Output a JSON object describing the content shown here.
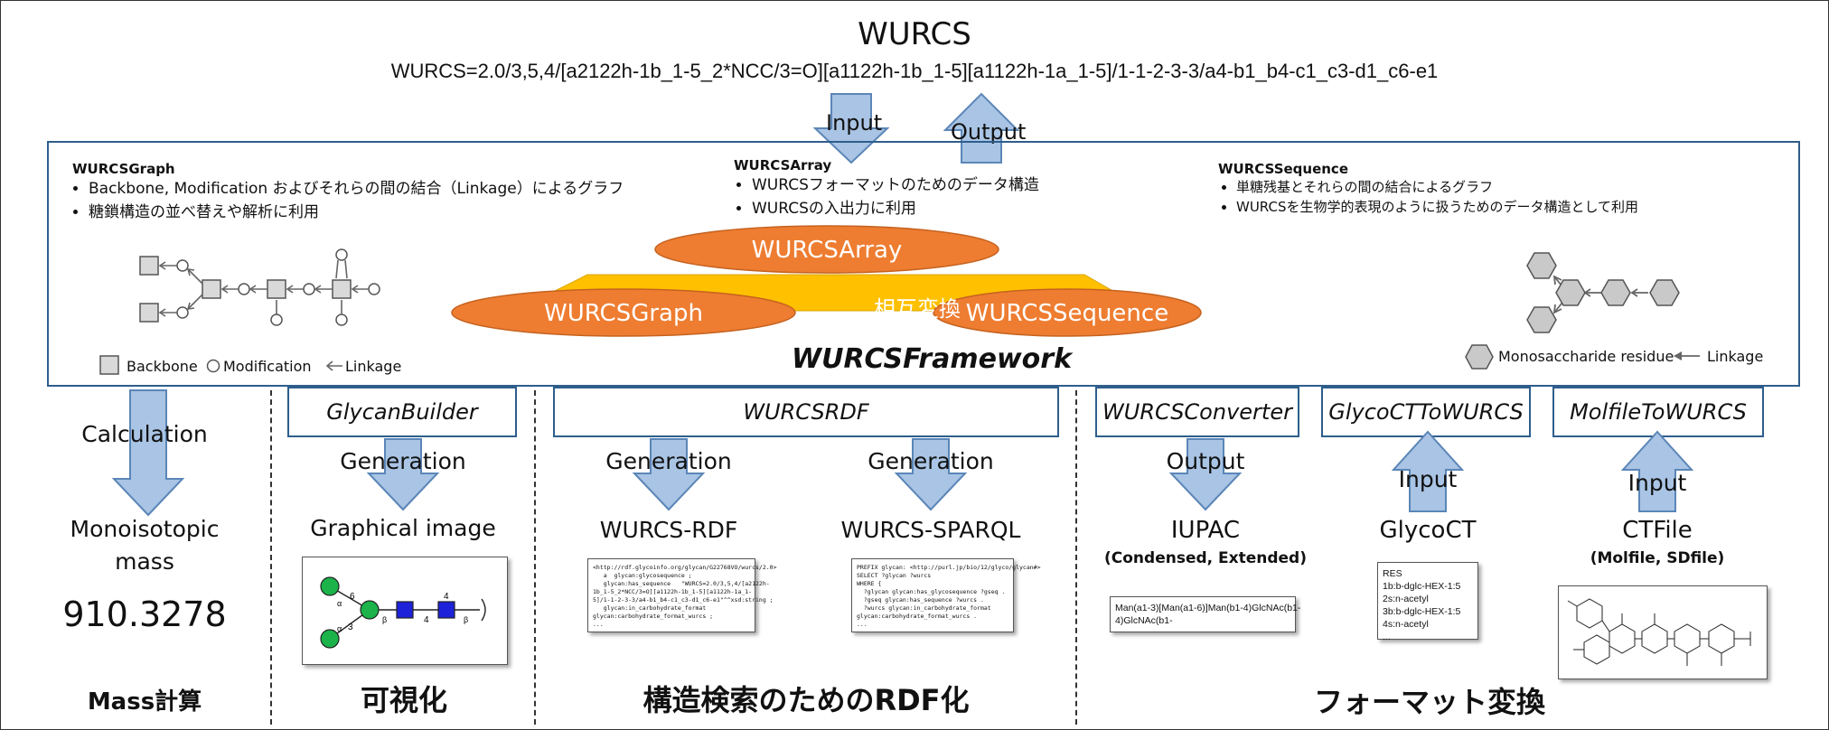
{
  "header": {
    "title": "WURCS",
    "wurcs_string": "WURCS=2.0/3,5,4/[a2122h-1b_1-5_2*NCC/3=O][a1122h-1b_1-5][a1122h-1a_1-5]/1-1-2-3-3/a4-b1_b4-c1_c3-d1_c6-e1"
  },
  "io": {
    "input": "Input",
    "output": "Output"
  },
  "framework": {
    "name": "WURCSFramework",
    "graph": {
      "title": "WURCSGraph",
      "bullets": [
        "Backbone, Modification およびそれらの間の結合（Linkage）によるグラフ",
        "糖鎖構造の並べ替えや解析に利用"
      ],
      "legend": {
        "backbone": "Backbone",
        "modification": "Modification",
        "linkage": "Linkage"
      }
    },
    "array": {
      "title": "WURCSArray",
      "bullets": [
        "WURCSフォーマットのためのデータ構造",
        "WURCSの入出力に利用"
      ]
    },
    "sequence": {
      "title": "WURCSSequence",
      "bullets": [
        "単糖残基とそれらの間の結合によるグラフ",
        "WURCSを生物学的表現のように扱うためのデータ構造として利用"
      ],
      "legend": {
        "residue": "Monosaccharide residue",
        "linkage": "Linkage"
      }
    },
    "ellipses": {
      "array": "WURCSArray",
      "graph": "WURCSGraph",
      "sequence": "WURCSSequence",
      "center": "相互変換"
    }
  },
  "mass": {
    "arrow_label": "Calculation",
    "result_label": "Monoisotopic mass",
    "value": "910.3278",
    "caption": "Mass計算"
  },
  "builder": {
    "tool": "GlycanBuilder",
    "arrow_label": "Generation",
    "result_label": "Graphical image",
    "caption": "可視化",
    "glyph_labels": [
      "α",
      "6",
      "β",
      "4",
      "β",
      "4",
      "α",
      "3"
    ]
  },
  "rdf": {
    "tool": "WURCSRDF",
    "left": {
      "arrow_label": "Generation",
      "result_label": "WURCS-RDF",
      "doc": "<http://rdf.glycoinfo.org/glycan/G22768VO/wurcs/2.0>\n   a  glycan:glycosequence ;\n   glycan:has_sequence   \"WURCS=2.0/3,5,4/[a2122h-\n1b_1-5_2*NCC/3=O][a1122h-1b_1-5][a1122h-1a_1-\n5]/1-1-2-3-3/a4-b1_b4-c1_c3-d1_c6-e1\"^^xsd:string ;\n   glycan:in_carbohydrate_format\nglycan:carbohydrate_format_wurcs ;\n..."
    },
    "right": {
      "arrow_label": "Generation",
      "result_label": "WURCS-SPARQL",
      "doc": "PREFIX glycan: <http://purl.jp/bio/12/glyco/glycan#>\nSELECT ?glycan ?wurcs\nWHERE {\n  ?glycan glycan:has_glycosequence ?gseq .\n  ?gseq glycan:has_sequence ?wurcs .\n  ?wurcs glycan:in_carbohydrate_format\nglycan:carbohydrate_format_wurcs .\n..."
    },
    "caption": "構造検索のためのRDF化"
  },
  "format": {
    "caption": "フォーマット変換",
    "converter": {
      "tool": "WURCSConverter",
      "arrow_label": "Output",
      "result_label": "IUPAC",
      "result_sub": "(Condensed, Extended)",
      "doc": "Man(a1-3)[Man(a1-6)]Man(b1-4)GlcNAc(b1-\n4)GlcNAc(b1-"
    },
    "glycoct": {
      "tool": "GlycoCTToWURCS",
      "arrow_label": "Input",
      "result_label": "GlycoCT",
      "doc": "RES\n1b:b-dglc-HEX-1:5\n2s:n-acetyl\n3b:b-dglc-HEX-1:5\n4s:n-acetyl\n..."
    },
    "molfile": {
      "tool": "MolfileToWURCS",
      "arrow_label": "Input",
      "result_label": "CTFile",
      "result_sub": "(Molfile, SDfile)"
    }
  },
  "colors": {
    "box_border": "#2e5e8c",
    "arrow_fill": "#a9c4e4",
    "arrow_stroke": "#5b86b8",
    "ellipse": "#ee7d31",
    "triangle": "#ffc000",
    "hexagon": "#c9c9c9",
    "glycan_green": "#1bb34a",
    "glycan_blue": "#1e22d8"
  }
}
